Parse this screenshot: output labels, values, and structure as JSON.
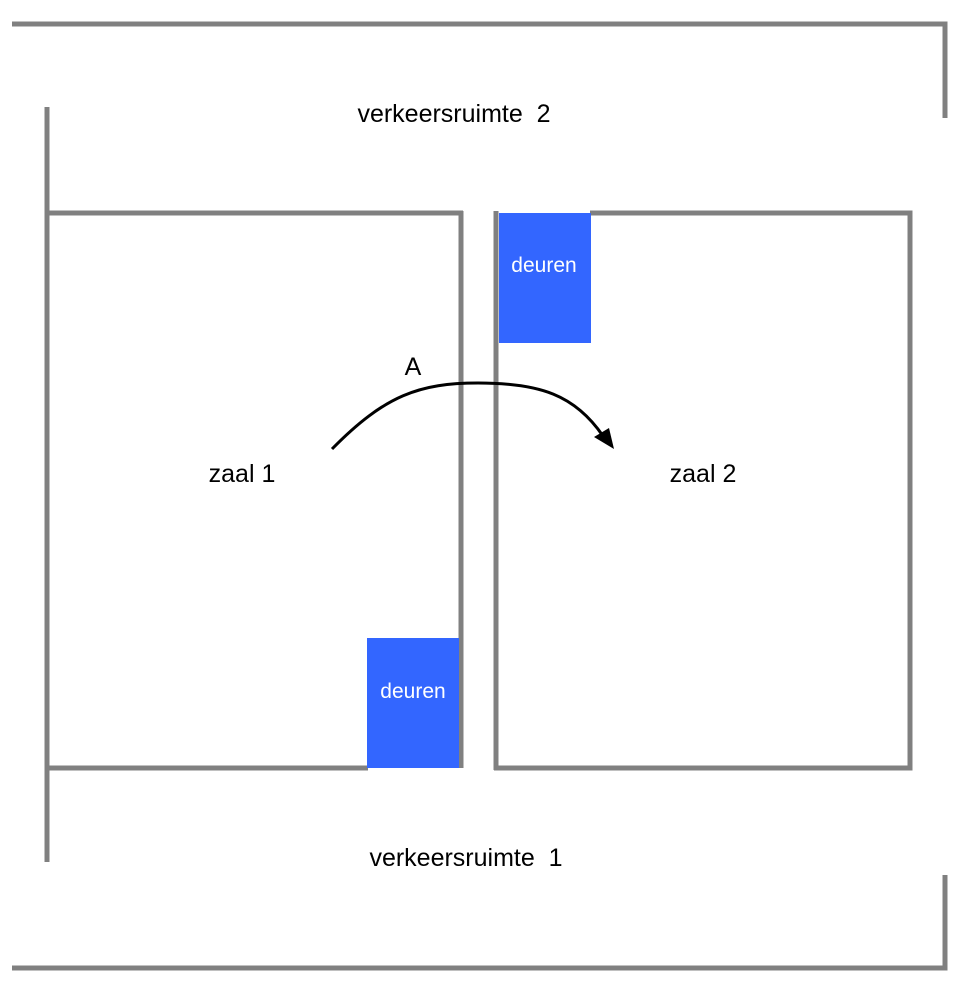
{
  "colors": {
    "wall": "#808080",
    "door": "#3366ff",
    "door_text": "#ffffff",
    "text": "#000000",
    "arrow": "#000000",
    "background": "#ffffff"
  },
  "labels": {
    "circulation_top": "verkeersruimte  2",
    "circulation_bottom": "verkeersruimte  1",
    "room_left": "zaal 1",
    "room_right": "zaal 2",
    "door_top": "deuren",
    "door_bottom": "deuren",
    "route": "A"
  }
}
